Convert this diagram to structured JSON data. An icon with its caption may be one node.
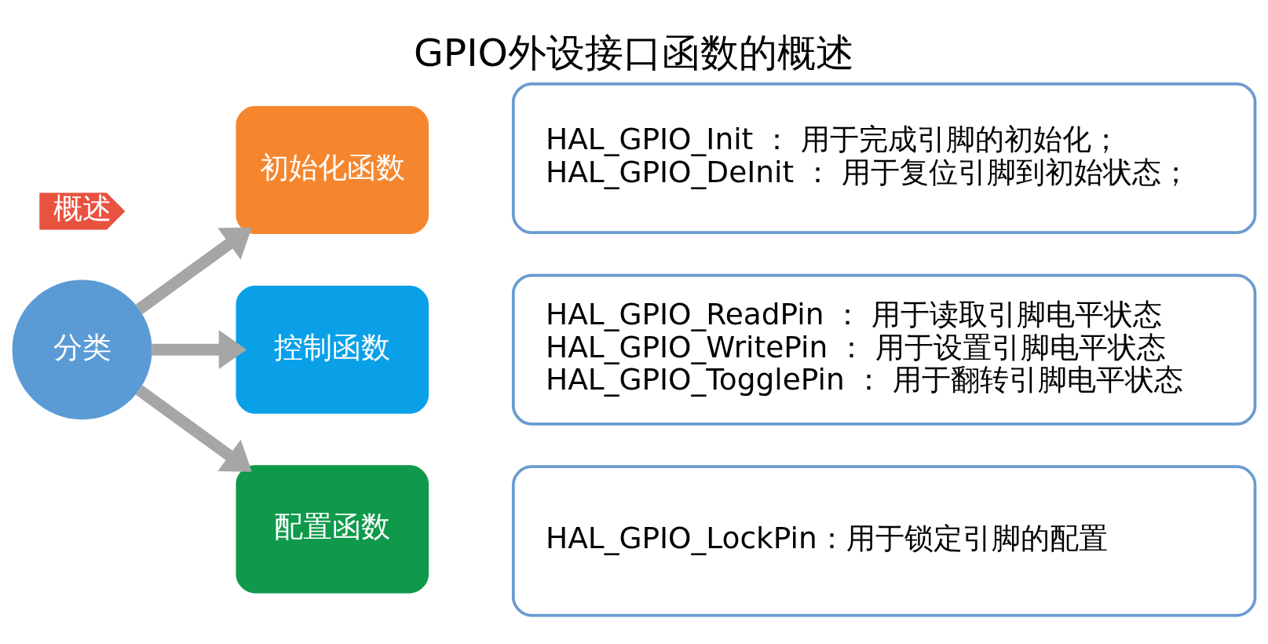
{
  "diagram": {
    "title": "GPIO外设接口函数的概述",
    "nodes": [
      {
        "text": [
          "概述"
        ]
      },
      {
        "text": [
          "分类"
        ]
      },
      {
        "text": [
          "初始化函数"
        ]
      },
      {
        "text": [
          "控制函数"
        ]
      },
      {
        "text": [
          "配置函数"
        ]
      },
      {
        "text": [
          "HAL_GPIO_Init ： 用于完成引脚的初始化；",
          "HAL_GPIO_DeInit ： 用于复位引脚到初始状态；"
        ]
      },
      {
        "text": [
          "HAL_GPIO_ReadPin ： 用于读取引脚电平状态",
          "HAL_GPIO_WritePin ： 用于设置引脚电平状态",
          "HAL_GPIO_TogglePin ： 用于翻转引脚电平状态"
        ]
      },
      {
        "text": [
          "HAL_GPIO_LockPin：用于锁定引脚的配置"
        ]
      }
    ],
    "edges": [
      {
        "from": 1,
        "to": 2,
        "arrow": "to"
      },
      {
        "from": 1,
        "to": 3,
        "arrow": "to"
      },
      {
        "from": 1,
        "to": 4,
        "arrow": "to"
      }
    ]
  }
}
